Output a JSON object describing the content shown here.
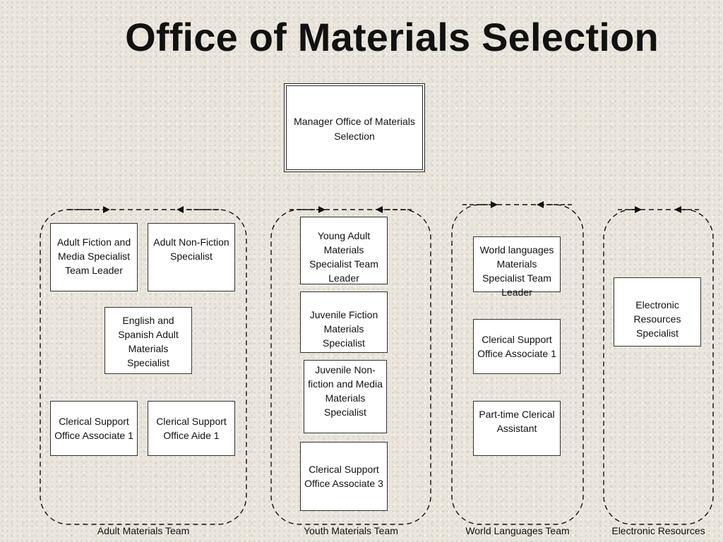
{
  "title": "Office of Materials Selection",
  "manager": "Manager Office of Materials Selection",
  "teams": {
    "adult": {
      "label": "Adult Materials Team",
      "fiction_leader": "Adult Fiction and Media Specialist Team Leader",
      "nonfiction": "Adult Non-Fiction Specialist",
      "english_spanish": "English and Spanish Adult Materials Specialist",
      "clerical_associate": "Clerical Support Office Associate 1",
      "clerical_aide": "Clerical Support Office Aide 1"
    },
    "youth": {
      "label": "Youth Materials Team",
      "leader": "Young Adult Materials Specialist Team Leader",
      "juvenile_fiction": "Juvenile Fiction Materials Specialist",
      "juvenile_nonfiction": "Juvenile Non-fiction and Media Materials Specialist",
      "clerical": "Clerical Support Office Associate 3"
    },
    "world": {
      "label": "World Languages Team",
      "leader": "World languages Materials Specialist Team Leader",
      "clerical": "Clerical Support Office Associate 1",
      "parttime": "Part-time Clerical Assistant"
    },
    "electronic": {
      "label": "Electronic Resources",
      "specialist": "Electronic Resources Specialist"
    }
  }
}
